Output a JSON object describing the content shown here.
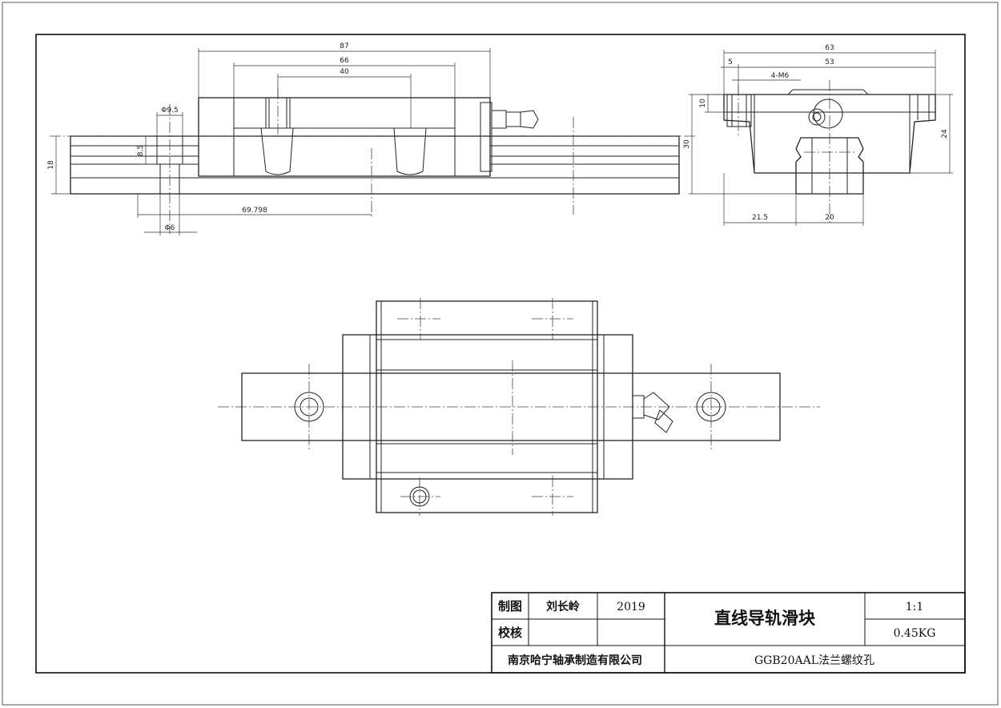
{
  "front_view": {
    "dims": {
      "d87": "87",
      "d66": "66",
      "d40": "40",
      "d95": "Φ9.5",
      "d85": "8.5",
      "d18": "18",
      "d69798": "69.798",
      "d6": "Φ6"
    }
  },
  "side_view": {
    "dims": {
      "d63": "63",
      "d5": "5",
      "d53": "53",
      "dm6": "4-M6",
      "d10": "10",
      "d30": "30",
      "d24": "24",
      "d215": "21.5",
      "d20": "20"
    }
  },
  "title_block": {
    "drawn_label": "制图",
    "drawn_name": "刘长岭",
    "year": "2019",
    "check_label": "校核",
    "title": "直线导轨滑块",
    "scale": "1:1",
    "weight": "0.45KG",
    "company": "南京哈宁轴承制造有限公司",
    "part_no": "GGB20AAL法兰螺纹孔"
  }
}
